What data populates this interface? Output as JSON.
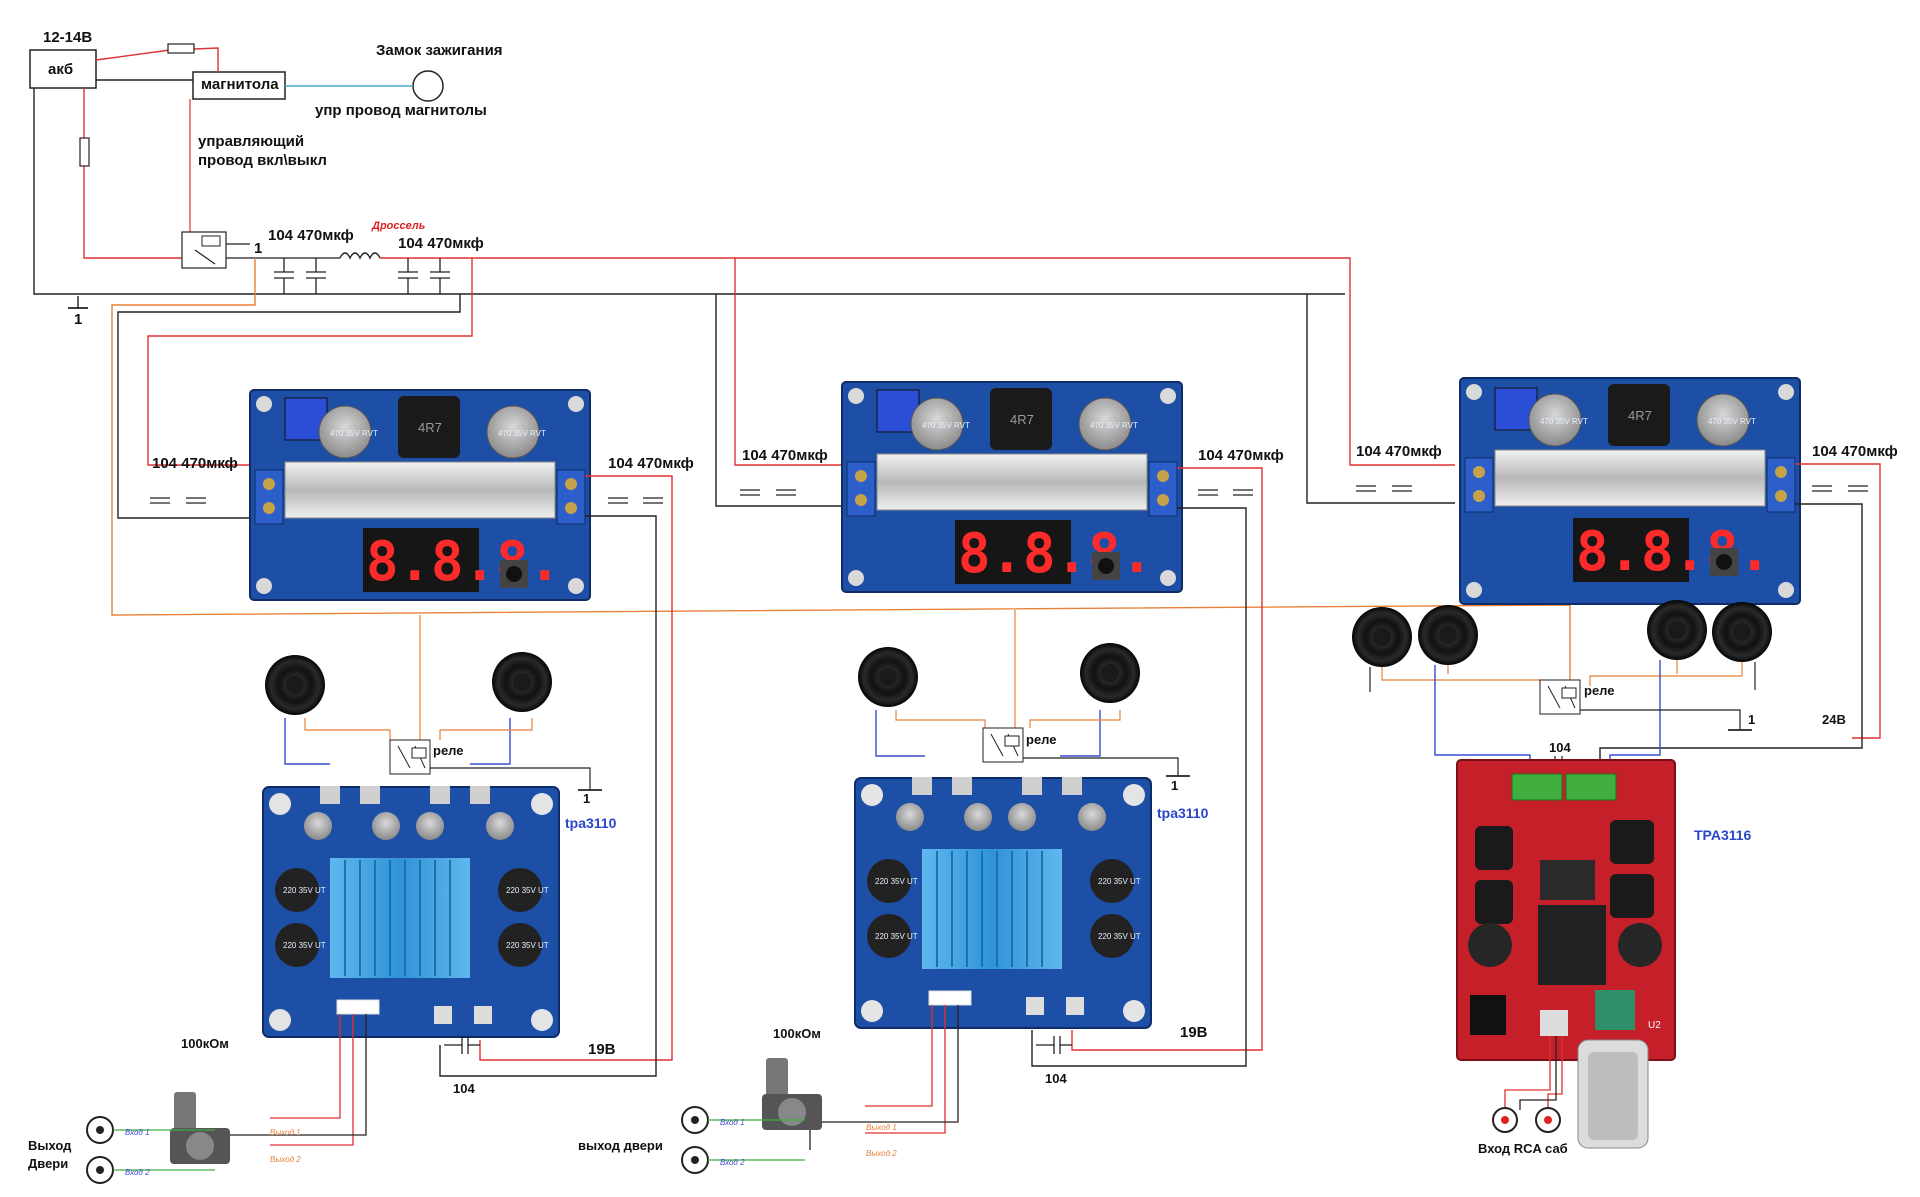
{
  "labels": {
    "supply_voltage": "12-14В",
    "battery": "акб",
    "head_unit": "магнитола",
    "ignition_lock": "Замок зажигания",
    "head_unit_control_wire": "упр провод магнитолы",
    "control_wire_line1": "управляющий",
    "control_wire_line2": "провод вкл\\выкл",
    "filter_caps_1": "104 470мкф",
    "choke": "Дроссель",
    "filter_caps_2": "104 470мкф",
    "ground_1": "1",
    "ground_2": "1"
  },
  "boost_modules": [
    {
      "in_caps": "104  470мкф",
      "out_caps": "104  470мкф",
      "cap_chip": "470 35V RVT",
      "inductor": "4R7",
      "display": "8.8.8."
    },
    {
      "in_caps": "104  470мкф",
      "out_caps": "104  470мкф",
      "cap_chip": "470 35V RVT",
      "inductor": "4R7",
      "display": "8.8.8."
    },
    {
      "in_caps": "104  470мкф",
      "out_caps": "104  470мкф",
      "cap_chip": "470 35V RVT",
      "inductor": "4R7",
      "display": "8.8.8."
    }
  ],
  "amplifiers": [
    {
      "name": "tpa3110",
      "relay": "реле",
      "ground": "1",
      "voltage": "19В",
      "cap": "104",
      "pot": "100кОм",
      "output": "Выход\nДвери",
      "in1": "Вход 1",
      "in2": "Вход 2",
      "out1": "Выход 1",
      "out2": "Выход 2",
      "big_cap": "220 35V UT"
    },
    {
      "name": "tpa3110",
      "relay": "реле",
      "ground": "1",
      "voltage": "19В",
      "cap": "104",
      "pot": "100кОм",
      "output": "выход двери",
      "in1": "Вход 1",
      "in2": "Вход 2",
      "out1": "Выход 1",
      "out2": "Выход 2",
      "big_cap": "220 35V UT"
    }
  ],
  "sub_amp": {
    "name": "TPA3116",
    "relay": "реле",
    "ground": "1",
    "voltage": "24В",
    "cap": "104",
    "input": "Вход RCA саб",
    "chip": "U2"
  },
  "colors": {
    "power": "#e03030",
    "ground": "#222222",
    "control": "#e8803a",
    "signal": "#3a4bd0",
    "rca": "#3fae3f",
    "aux": "#4aa7c8",
    "board_blue": "#1e4fa6",
    "board_red": "#c5202a"
  }
}
